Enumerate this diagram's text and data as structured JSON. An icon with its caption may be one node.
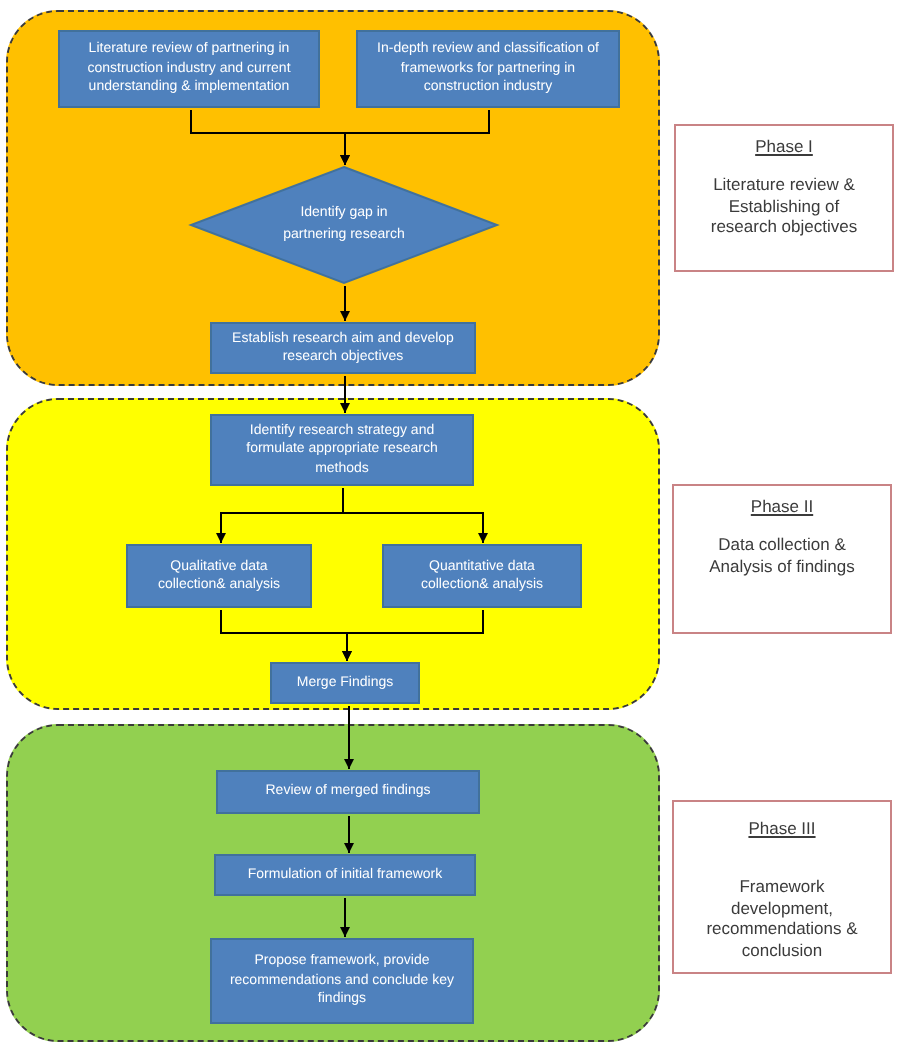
{
  "diagram": {
    "nodes": [
      {
        "text": [],
        "shape": "box"
      },
      {
        "text": [
          "Literature review of partnering in construction industry and current understanding & implementation"
        ],
        "in": 0
      },
      {
        "text": [
          "In-depth review and classification of frameworks for partnering in construction industry"
        ],
        "in": 0
      },
      {
        "text": [
          "Identify gap in partnering research"
        ],
        "in": 0
      },
      {
        "text": [
          "Establish research aim and develop research objectives"
        ],
        "in": 0
      },
      {
        "text": [
          "Phase I",
          "Literature review & Establishing of research objectives"
        ]
      },
      {
        "text": [],
        "shape": "box"
      },
      {
        "text": [
          "Identify research strategy and formulate appropriate research methods"
        ],
        "in": 6
      },
      {
        "text": [
          "Qualitative data collection& analysis"
        ],
        "in": 6
      },
      {
        "text": [
          "Quantitative data collection& analysis"
        ],
        "in": 6
      },
      {
        "text": [
          "Merge Findings"
        ],
        "in": 6
      },
      {
        "text": [
          "Phase II",
          "Data collection & Analysis of findings"
        ]
      },
      {
        "text": [],
        "shape": "box"
      },
      {
        "text": [
          "Review of merged findings"
        ],
        "in": 12
      },
      {
        "text": [
          "Formulation of initial framework"
        ],
        "in": 12
      },
      {
        "text": [
          "Propose framework, provide recommendations and conclude key findings"
        ],
        "in": 12
      },
      {
        "text": [
          "Phase III",
          "Framework development, recommendations & conclusion"
        ]
      }
    ],
    "edges": [
      {
        "from": 1,
        "to": 3,
        "arrow": "to"
      },
      {
        "from": 2,
        "to": 3,
        "arrow": "to"
      },
      {
        "from": 3,
        "to": 4,
        "arrow": "to"
      },
      {
        "from": 4,
        "to": 7,
        "arrow": "to"
      },
      {
        "from": 7,
        "to": 8,
        "arrow": "to"
      },
      {
        "from": 7,
        "to": 9,
        "arrow": "to"
      },
      {
        "from": 8,
        "to": 10,
        "arrow": "to"
      },
      {
        "from": 9,
        "to": 10,
        "arrow": "to"
      },
      {
        "from": 10,
        "to": 13,
        "arrow": "to"
      },
      {
        "from": 13,
        "to": 14,
        "arrow": "to"
      },
      {
        "from": 14,
        "to": 15,
        "arrow": "to"
      }
    ]
  }
}
